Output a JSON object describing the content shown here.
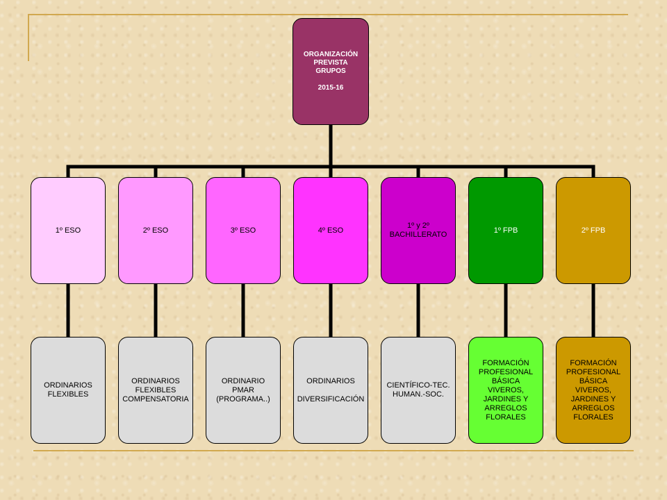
{
  "root": {
    "label": "ORGANIZACIÓN\nPREVISTA\nGRUPOS\n\n2015-16"
  },
  "levels": [
    {
      "label": "1º ESO",
      "color": "#ffccff"
    },
    {
      "label": "2º ESO",
      "color": "#ff99ff"
    },
    {
      "label": "3º ESO",
      "color": "#ff66ff"
    },
    {
      "label": "4º ESO",
      "color": "#ff33ff"
    },
    {
      "label": "1º y 2º\nBACHILLERATO",
      "color": "#cc00cc"
    },
    {
      "label": "1º FPB",
      "color": "#009900"
    },
    {
      "label": "2º FPB",
      "color": "#cc9900"
    }
  ],
  "groups": [
    {
      "label": "ORDINARIOS\nFLEXIBLES",
      "color": "#dcdcdc"
    },
    {
      "label": "ORDINARIOS\nFLEXIBLES\nCOMPENSATORIA",
      "color": "#dcdcdc"
    },
    {
      "label": "ORDINARIO\nPMAR\n(PROGRAMA..)",
      "color": "#dcdcdc"
    },
    {
      "label": "ORDINARIOS\n\nDIVERSIFICACIÓN",
      "color": "#dcdcdc"
    },
    {
      "label": "CIENTÍFICO-TEC.\nHUMAN.-SOC.",
      "color": "#dcdcdc"
    },
    {
      "label": "FORMACIÓN\nPROFESIONAL\nBÁSICA\nVIVEROS,\nJARDINES Y\nARREGLOS\nFLORALES",
      "color": "#66ff33"
    },
    {
      "label": "FORMACIÓN\nPROFESIONAL\nBÁSICA\nVIVEROS,\nJARDINES Y\nARREGLOS\nFLORALES",
      "color": "#cc9900"
    }
  ],
  "colors": {
    "background": "#eedcb6",
    "frame_accent": "#d1a84f",
    "connector": "#000000"
  }
}
